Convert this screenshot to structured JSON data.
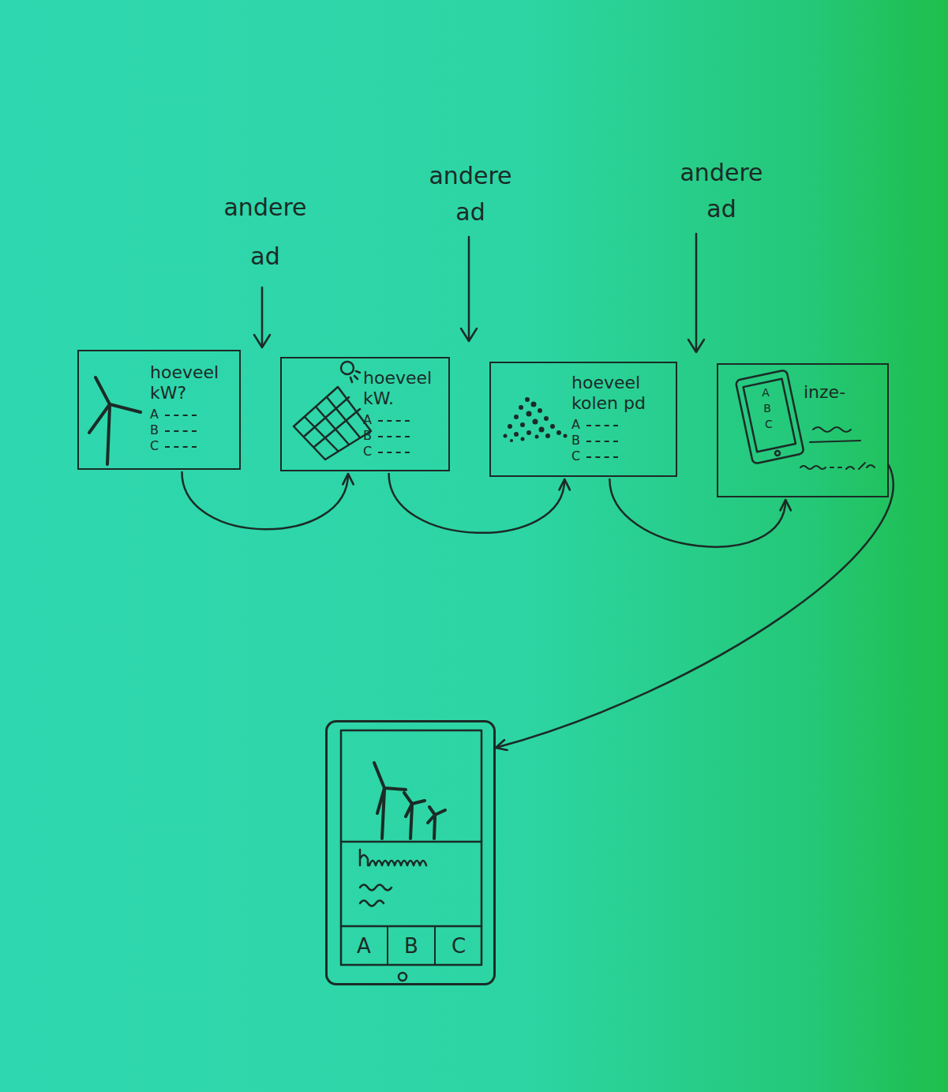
{
  "diagram": {
    "nodes": [
      {
        "text": [
          "hoeveel kW?",
          "A",
          "B",
          "C"
        ]
      },
      {
        "text": [
          "hoeveel kW.",
          "A",
          "B",
          "C"
        ]
      },
      {
        "text": [
          "hoeveel kolen pd",
          "A",
          "B",
          "C"
        ]
      },
      {
        "text": [
          "inze-"
        ]
      },
      {
        "text": [
          "A",
          "B",
          "C"
        ]
      }
    ],
    "edges": [
      {
        "from": 0,
        "to": 1,
        "arrow": "to"
      },
      {
        "from": 1,
        "to": 2,
        "arrow": "to"
      },
      {
        "from": 2,
        "to": 3,
        "arrow": "to"
      },
      {
        "from": 3,
        "to": 4,
        "arrow": "to"
      }
    ],
    "labels": [
      "andere ad",
      "andere ad",
      "andere ad",
      "A",
      "B",
      "C"
    ]
  }
}
